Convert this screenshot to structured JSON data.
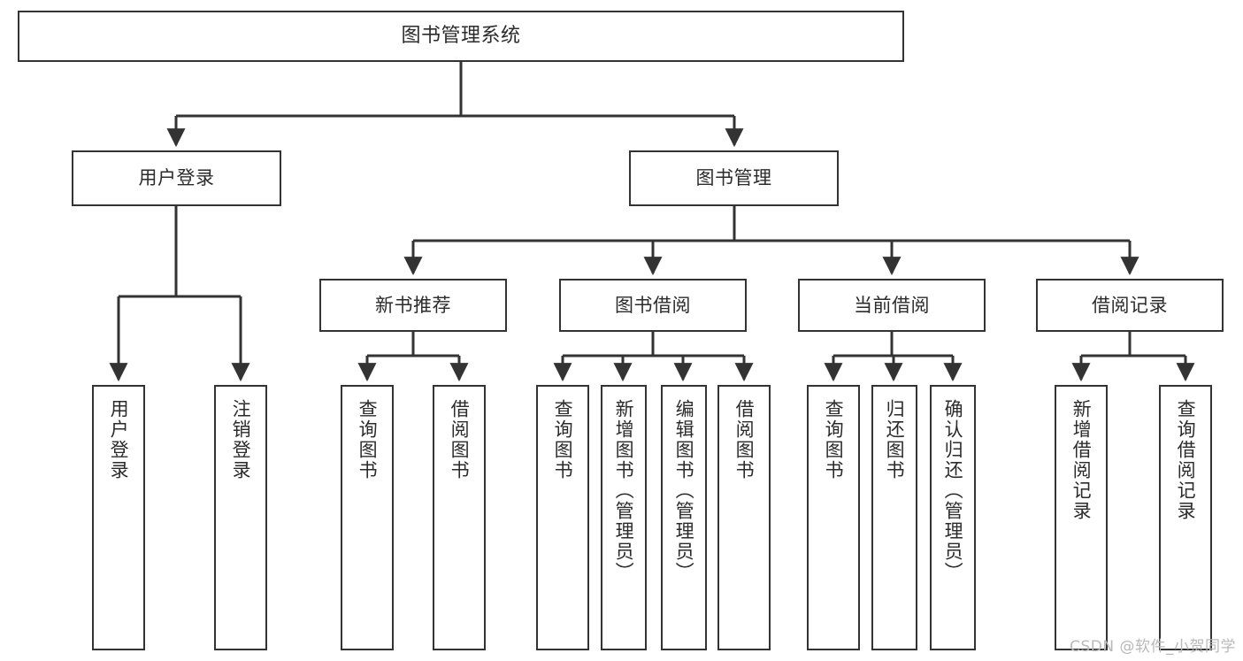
{
  "diagram": {
    "title": "图书管理系统",
    "watermark": "CSDN @软件_小贺同学",
    "colors": {
      "background": "#ffffff",
      "node_fill": "#ffffff",
      "node_border": "#333333",
      "edge": "#333333",
      "text": "#2b2b2b",
      "watermark": "#b9b9b9"
    },
    "root": {
      "label": "图书管理系统"
    },
    "level2": [
      {
        "label": "用户登录"
      },
      {
        "label": "图书管理"
      }
    ],
    "level3": [
      {
        "label": "新书推荐"
      },
      {
        "label": "图书借阅"
      },
      {
        "label": "当前借阅"
      },
      {
        "label": "借阅记录"
      }
    ],
    "leaves": {
      "user_login": [
        {
          "label": "用户登录"
        },
        {
          "label": "注销登录"
        }
      ],
      "new_book": [
        {
          "label": "查询图书"
        },
        {
          "label": "借阅图书"
        }
      ],
      "book_borrow": [
        {
          "label": "查询图书"
        },
        {
          "label": "新增图书（管理员）"
        },
        {
          "label": "编辑图书（管理员）"
        },
        {
          "label": "借阅图书"
        }
      ],
      "current_borrow": [
        {
          "label": "查询图书"
        },
        {
          "label": "归还图书"
        },
        {
          "label": "确认归还（管理员）"
        }
      ],
      "borrow_record": [
        {
          "label": "新增借阅记录"
        },
        {
          "label": "查询借阅记录"
        }
      ]
    }
  }
}
